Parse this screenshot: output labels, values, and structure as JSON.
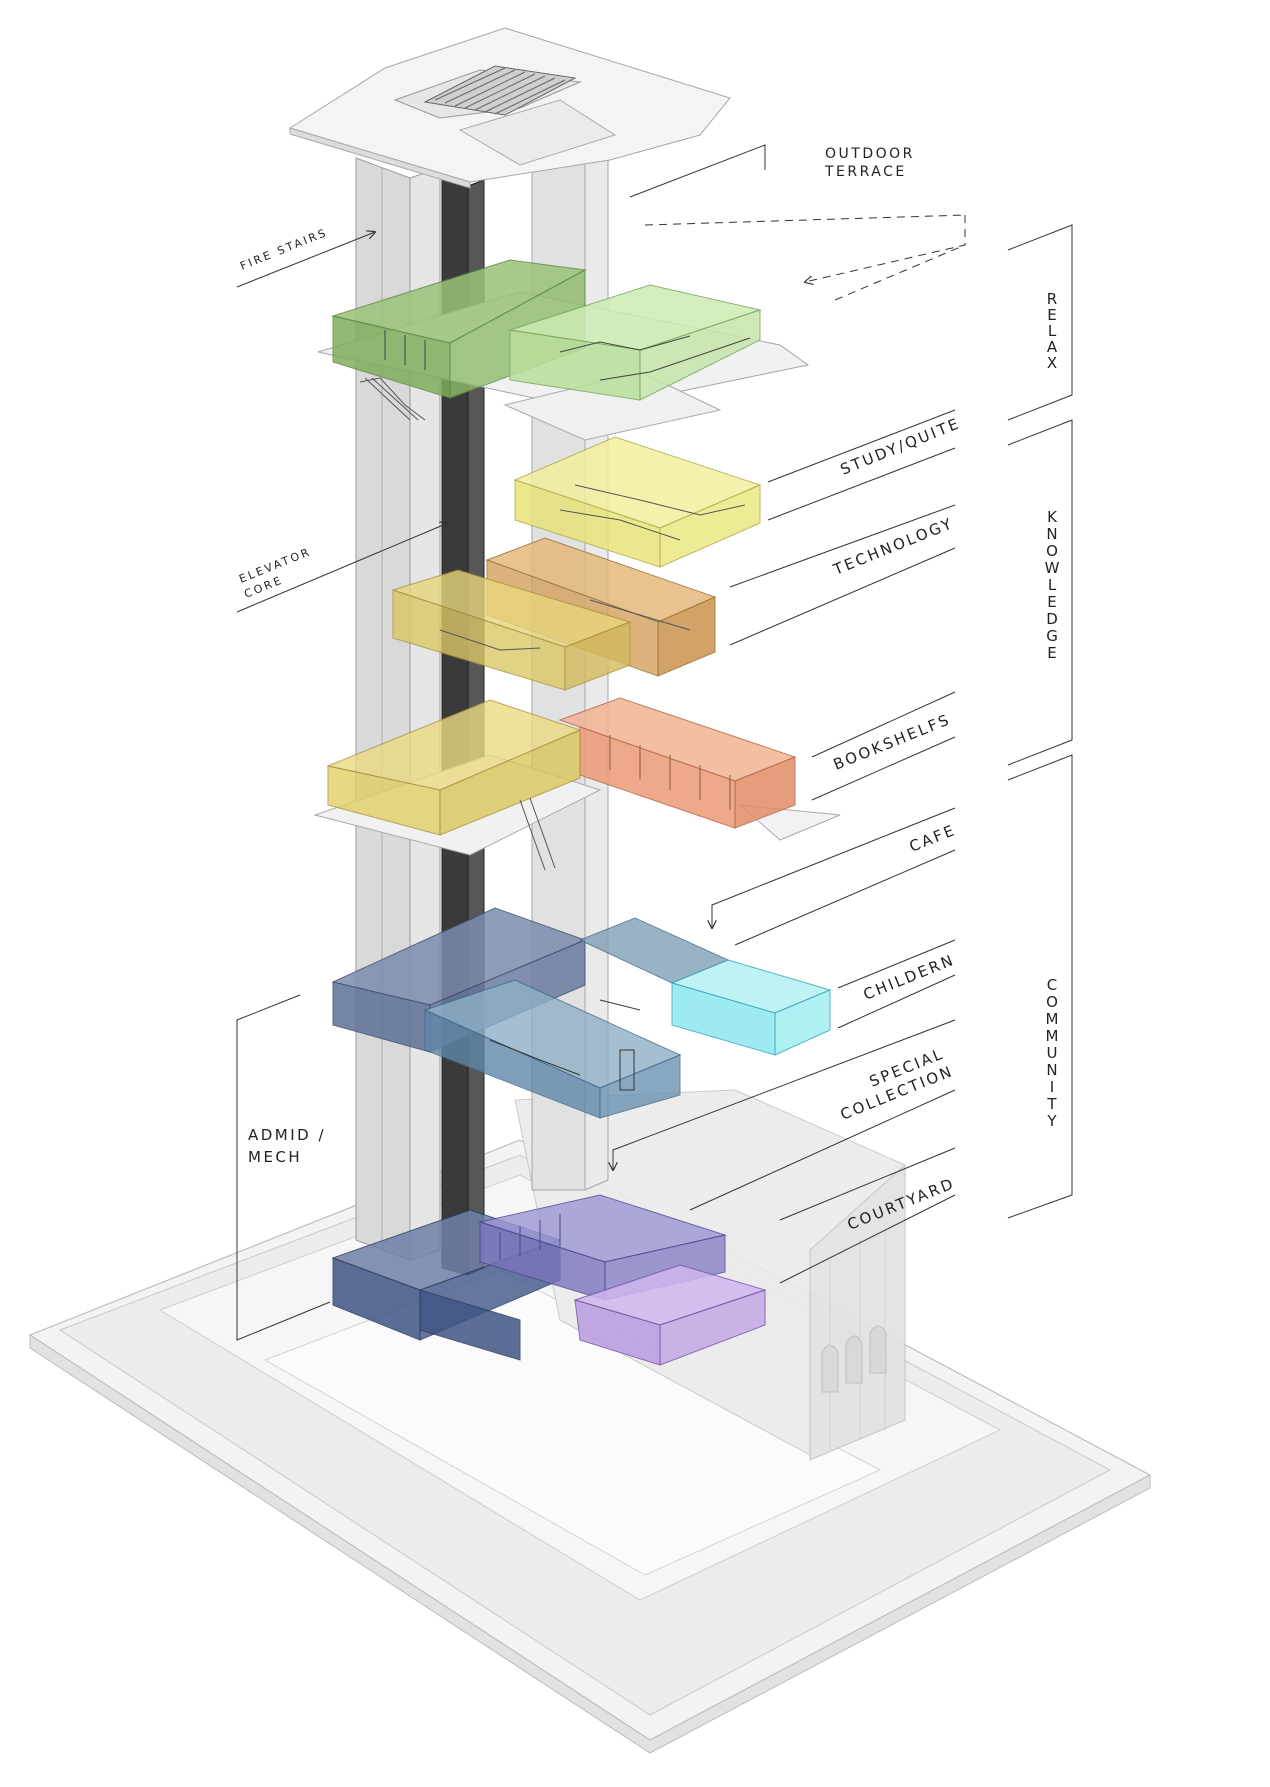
{
  "labels": {
    "outdoor_terrace_1": "OUTDOOR",
    "outdoor_terrace_2": "TERRACE",
    "fire_stairs": "FIRE STAIRS",
    "elevator_core_1": "ELEVATOR",
    "elevator_core_2": "CORE",
    "study_quite": "STUDY/QUITE",
    "technology": "TECHNOLOGY",
    "bookshelfs": "BOOKSHELFS",
    "cafe": "CAFE",
    "childern": "CHILDERN",
    "special_collection_1": "SPECIAL",
    "special_collection_2": "COLLECTION",
    "courtyard": "COURTYARD",
    "admid_mech_1": "ADMID /",
    "admid_mech_2": "MECH"
  },
  "groups": {
    "relax": "RELAX",
    "knowledge": "KNOWLEDGE",
    "community": "COMMUNITY"
  },
  "colors": {
    "relax_dark": "#7fae5c",
    "relax_light": "#b9e09a",
    "study": "#e8e37a",
    "technology": "#d4a15c",
    "technology_mezz": "#dcc766",
    "bookshelfs": "#ec9a76",
    "reading": "#e3cf63",
    "community_blue": "#5d7096",
    "community_mid": "#5f87a8",
    "children": "#8ee7ef",
    "special_collection": "#7b74bd",
    "auditorium": "#b99be0",
    "admin": "#3f5584",
    "core": "#3c3c3c",
    "shaft": "#d9d9d9"
  }
}
